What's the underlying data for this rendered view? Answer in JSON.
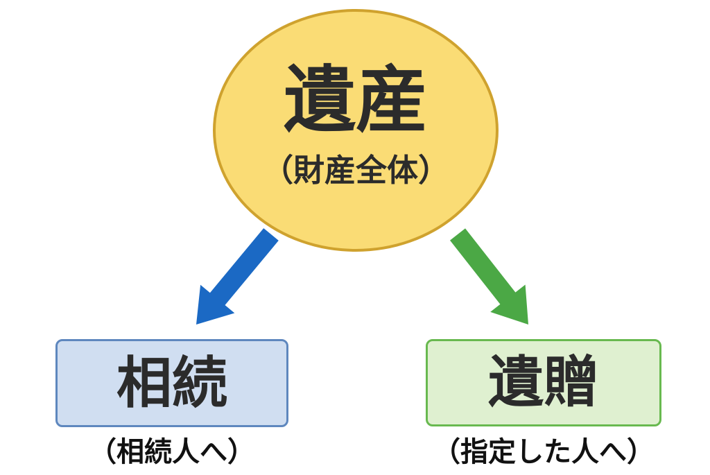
{
  "diagram": {
    "root": {
      "title": "遺産",
      "subtitle": "（財産全体）"
    },
    "branches": [
      {
        "label": "相続",
        "caption": "（相続人へ）",
        "arrow_direction": "down-left"
      },
      {
        "label": "遺贈",
        "caption": "（指定した人へ）",
        "arrow_direction": "down-right"
      }
    ],
    "colors": {
      "ellipse_fill": "#FADC75",
      "ellipse_border": "#CFA22E",
      "left_box_fill": "#D0DEF1",
      "left_box_border": "#5E87BE",
      "right_box_fill": "#DFF0D0",
      "right_box_border": "#68B94F",
      "left_arrow": "#1B69C4",
      "right_arrow": "#4BA845",
      "title_text": "#2B2B2B",
      "caption_text": "#111111"
    }
  }
}
